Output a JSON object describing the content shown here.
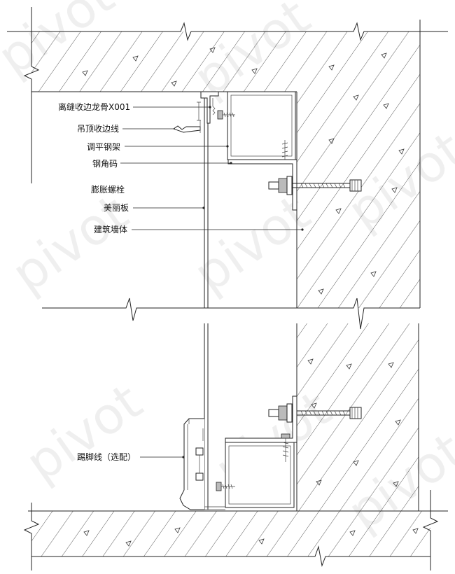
{
  "watermark": "pivot",
  "labels": {
    "keel": "离缝收边龙骨X001",
    "ceiling_trim": "吊顶收边线",
    "leveling_frame": "调平钢架",
    "steel_angle": "钢角码",
    "expansion_bolt": "膨胀螺栓",
    "panel": "美丽板",
    "wall": "建筑墙体",
    "skirting": "踢脚线（选配）"
  },
  "colors": {
    "line": "#222222",
    "background": "#ffffff"
  }
}
